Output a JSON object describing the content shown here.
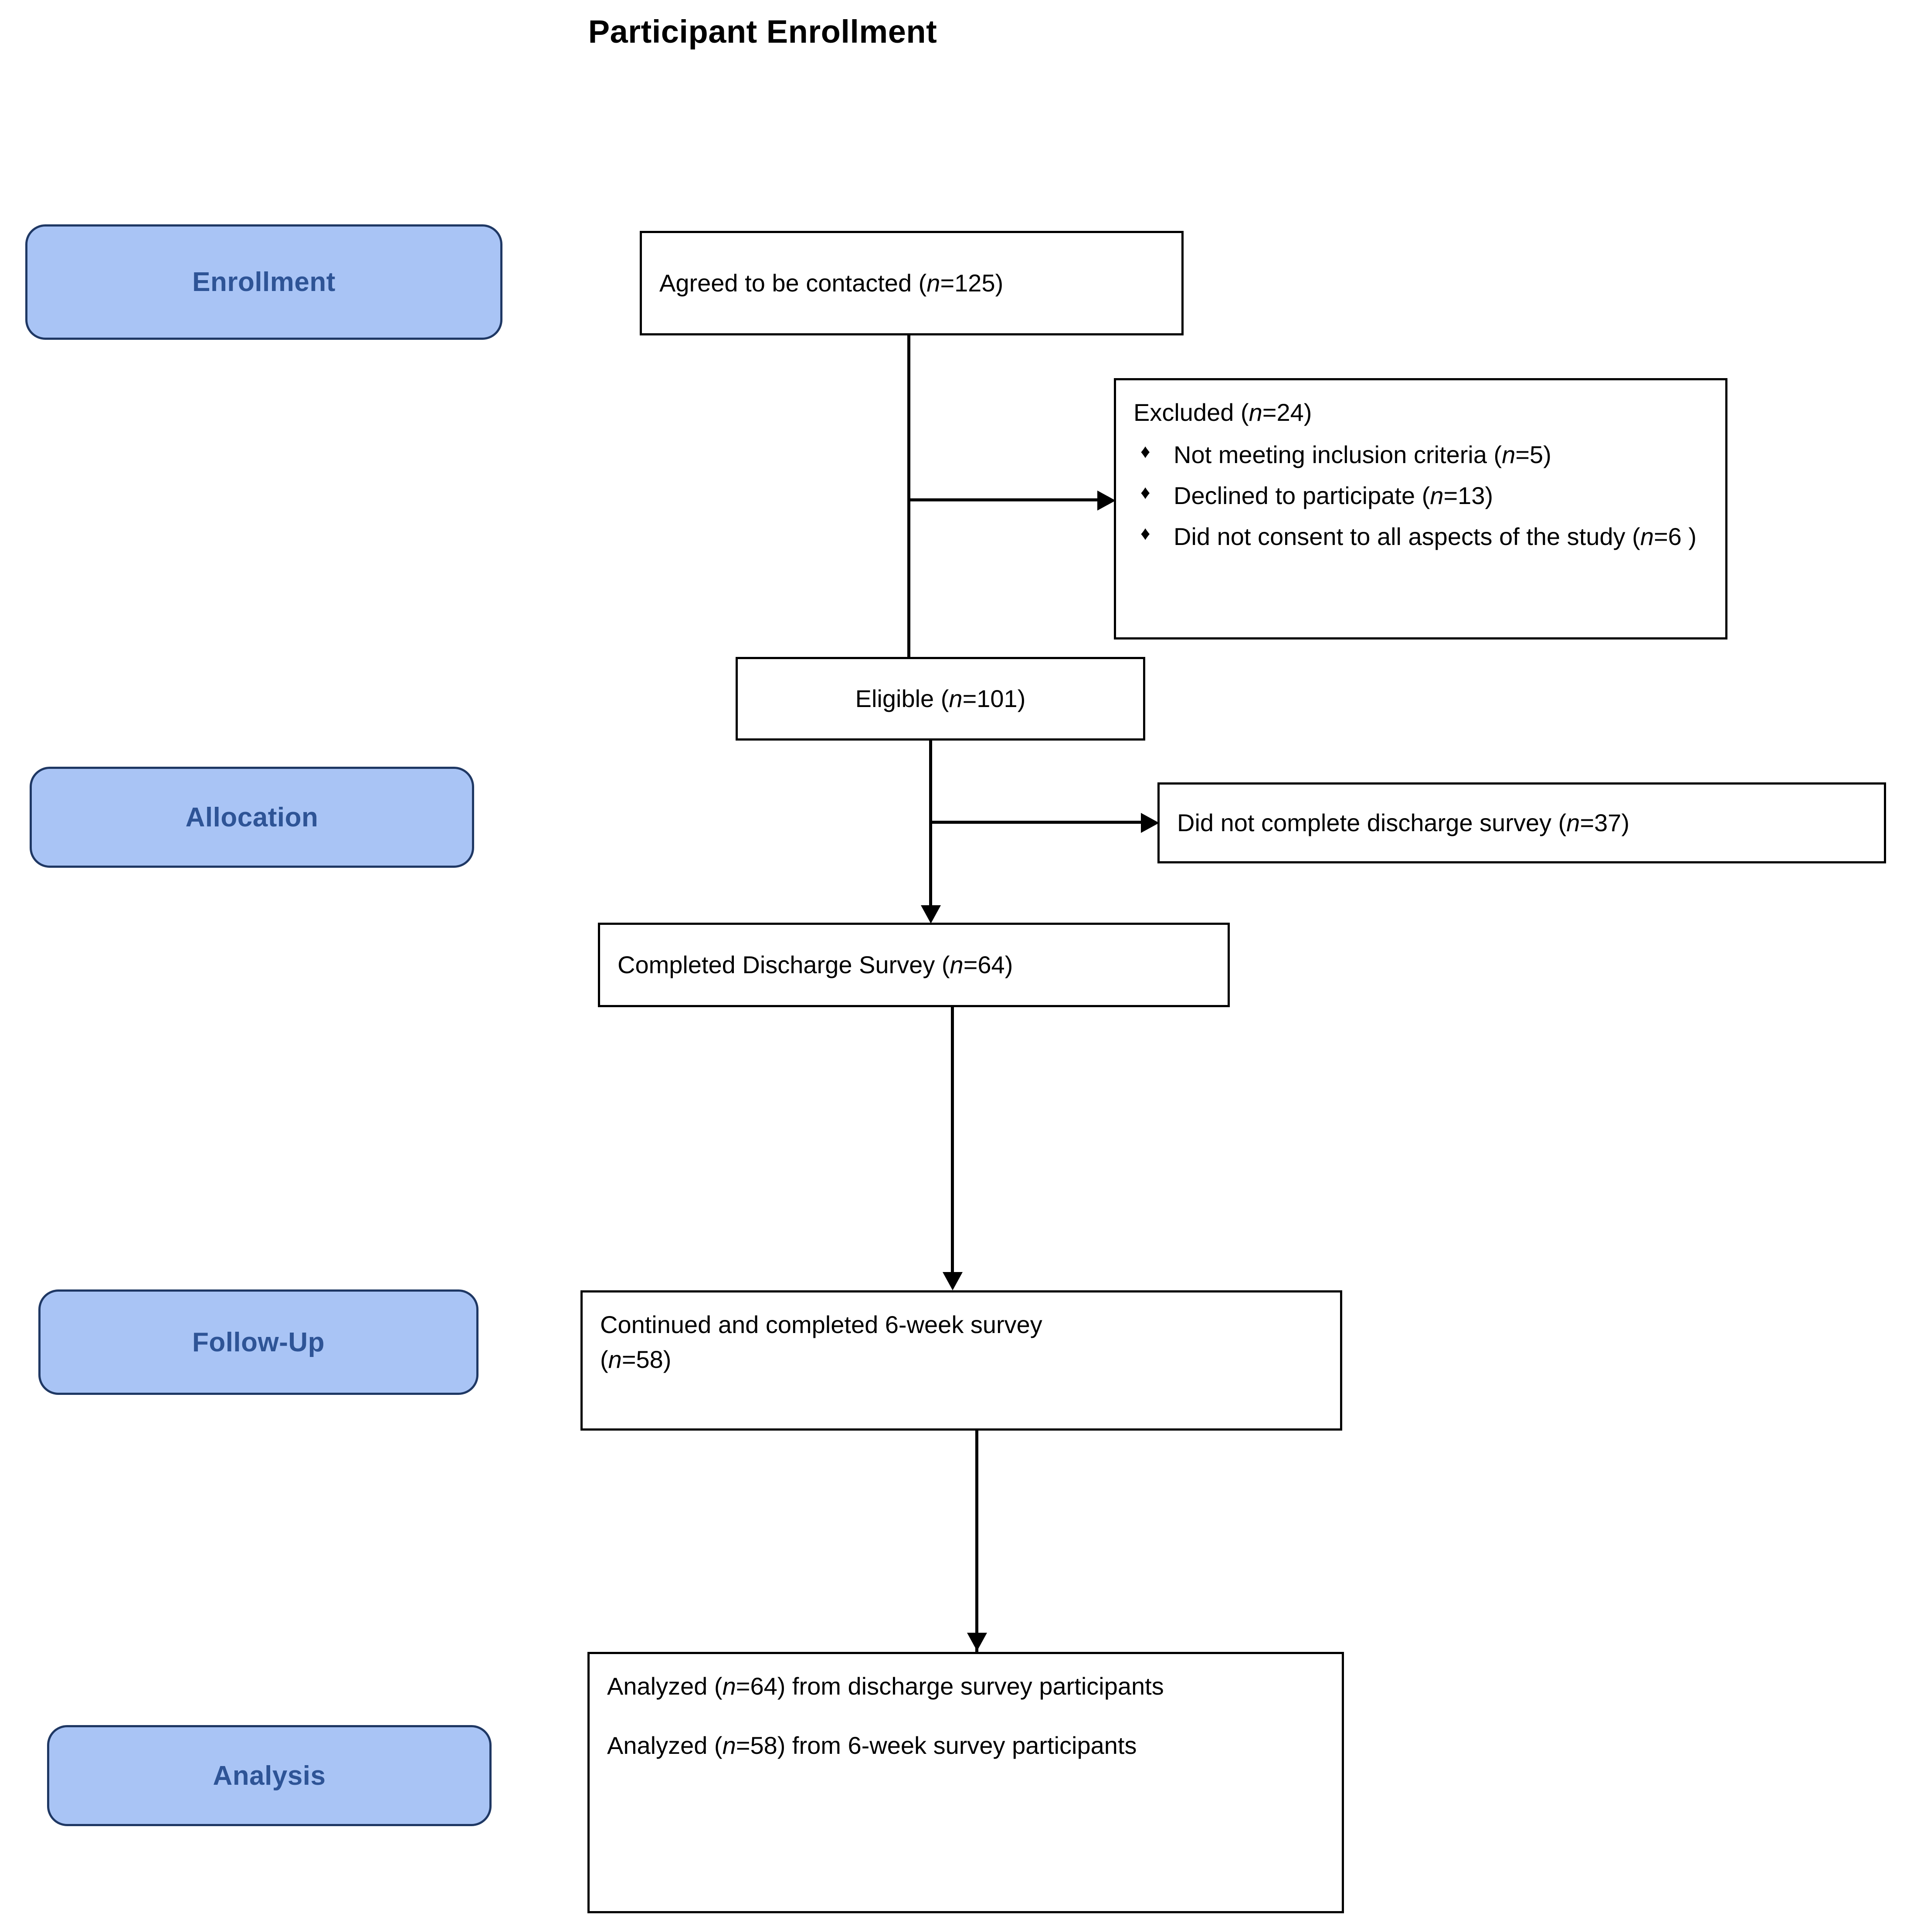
{
  "title": "Participant Enrollment",
  "stages": [
    {
      "id": "enrollment",
      "label": "Enrollment"
    },
    {
      "id": "allocation",
      "label": "Allocation"
    },
    {
      "id": "follow-up",
      "label": "Follow-Up"
    },
    {
      "id": "analysis",
      "label": "Analysis"
    }
  ],
  "boxes": {
    "agreed": {
      "text_prefix": "Agreed to be contacted (",
      "n_symbol": "n",
      "text_suffix": "=125)"
    },
    "excluded": {
      "heading_prefix": "Excluded (",
      "heading_n": "n",
      "heading_suffix": "=24)",
      "bullet_glyph": "♦",
      "items": [
        {
          "text_prefix": "Not meeting inclusion criteria (",
          "n_symbol": "n",
          "text_suffix": "=5)"
        },
        {
          "text_prefix": "Declined to participate (",
          "n_symbol": "n",
          "text_suffix": "=13)"
        },
        {
          "text_prefix": "Did not consent to all aspects of the study (",
          "n_symbol": "n",
          "text_suffix": "=6 )"
        }
      ]
    },
    "eligible": {
      "text_prefix": "Eligible (",
      "n_symbol": "n",
      "text_suffix": "=101)"
    },
    "not_completed_discharge": {
      "text_prefix": "Did not complete discharge survey (",
      "n_symbol": "n",
      "text_suffix": "=37)"
    },
    "completed_discharge": {
      "text_prefix": "Completed Discharge Survey (",
      "n_symbol": "n",
      "text_suffix": "=64)"
    },
    "six_week": {
      "line1": "Continued and completed 6-week survey",
      "line2_prefix": "(",
      "line2_n": "n",
      "line2_suffix": "=58)"
    },
    "analysis": {
      "para1_prefix": "Analyzed (",
      "para1_n": "n",
      "para1_suffix": "=64) from discharge survey participants",
      "para2_prefix": "Analyzed (",
      "para2_n": "n",
      "para2_suffix": "=58) from 6-week survey participants"
    }
  },
  "colors": {
    "stage_fill": "#A9C4F5",
    "stage_border": "#1F3864",
    "stage_text": "#2E5496",
    "box_border": "#000000",
    "box_fill": "#FFFFFF",
    "connector": "#000000",
    "page_background": "#FFFFFF"
  },
  "chart_data": {
    "type": "diagram",
    "diagram_kind": "consort-flow",
    "title": "Participant Enrollment",
    "stages": [
      "Enrollment",
      "Allocation",
      "Follow-Up",
      "Analysis"
    ],
    "nodes": [
      {
        "id": "agreed",
        "stage": "Enrollment",
        "label": "Agreed to be contacted",
        "n": 125
      },
      {
        "id": "excluded",
        "stage": "Enrollment",
        "label": "Excluded",
        "n": 24,
        "reasons": [
          {
            "label": "Not meeting inclusion criteria",
            "n": 5
          },
          {
            "label": "Declined to participate",
            "n": 13
          },
          {
            "label": "Did not consent to all aspects of the study",
            "n": 6
          }
        ]
      },
      {
        "id": "eligible",
        "stage": "Enrollment",
        "label": "Eligible",
        "n": 101
      },
      {
        "id": "not_completed_discharge",
        "stage": "Allocation",
        "label": "Did not complete discharge survey",
        "n": 37
      },
      {
        "id": "completed_discharge",
        "stage": "Allocation",
        "label": "Completed Discharge Survey",
        "n": 64
      },
      {
        "id": "six_week",
        "stage": "Follow-Up",
        "label": "Continued and completed 6-week survey",
        "n": 58
      },
      {
        "id": "analysis_discharge",
        "stage": "Analysis",
        "label": "Analyzed from discharge survey participants",
        "n": 64
      },
      {
        "id": "analysis_six_week",
        "stage": "Analysis",
        "label": "Analyzed from 6-week survey participants",
        "n": 58
      }
    ],
    "edges": [
      {
        "from": "agreed",
        "to": "excluded",
        "type": "branch-right"
      },
      {
        "from": "agreed",
        "to": "eligible",
        "type": "flow-down"
      },
      {
        "from": "eligible",
        "to": "not_completed_discharge",
        "type": "branch-right"
      },
      {
        "from": "eligible",
        "to": "completed_discharge",
        "type": "flow-down"
      },
      {
        "from": "completed_discharge",
        "to": "six_week",
        "type": "flow-down"
      },
      {
        "from": "six_week",
        "to": "analysis_discharge",
        "type": "flow-down"
      }
    ]
  }
}
